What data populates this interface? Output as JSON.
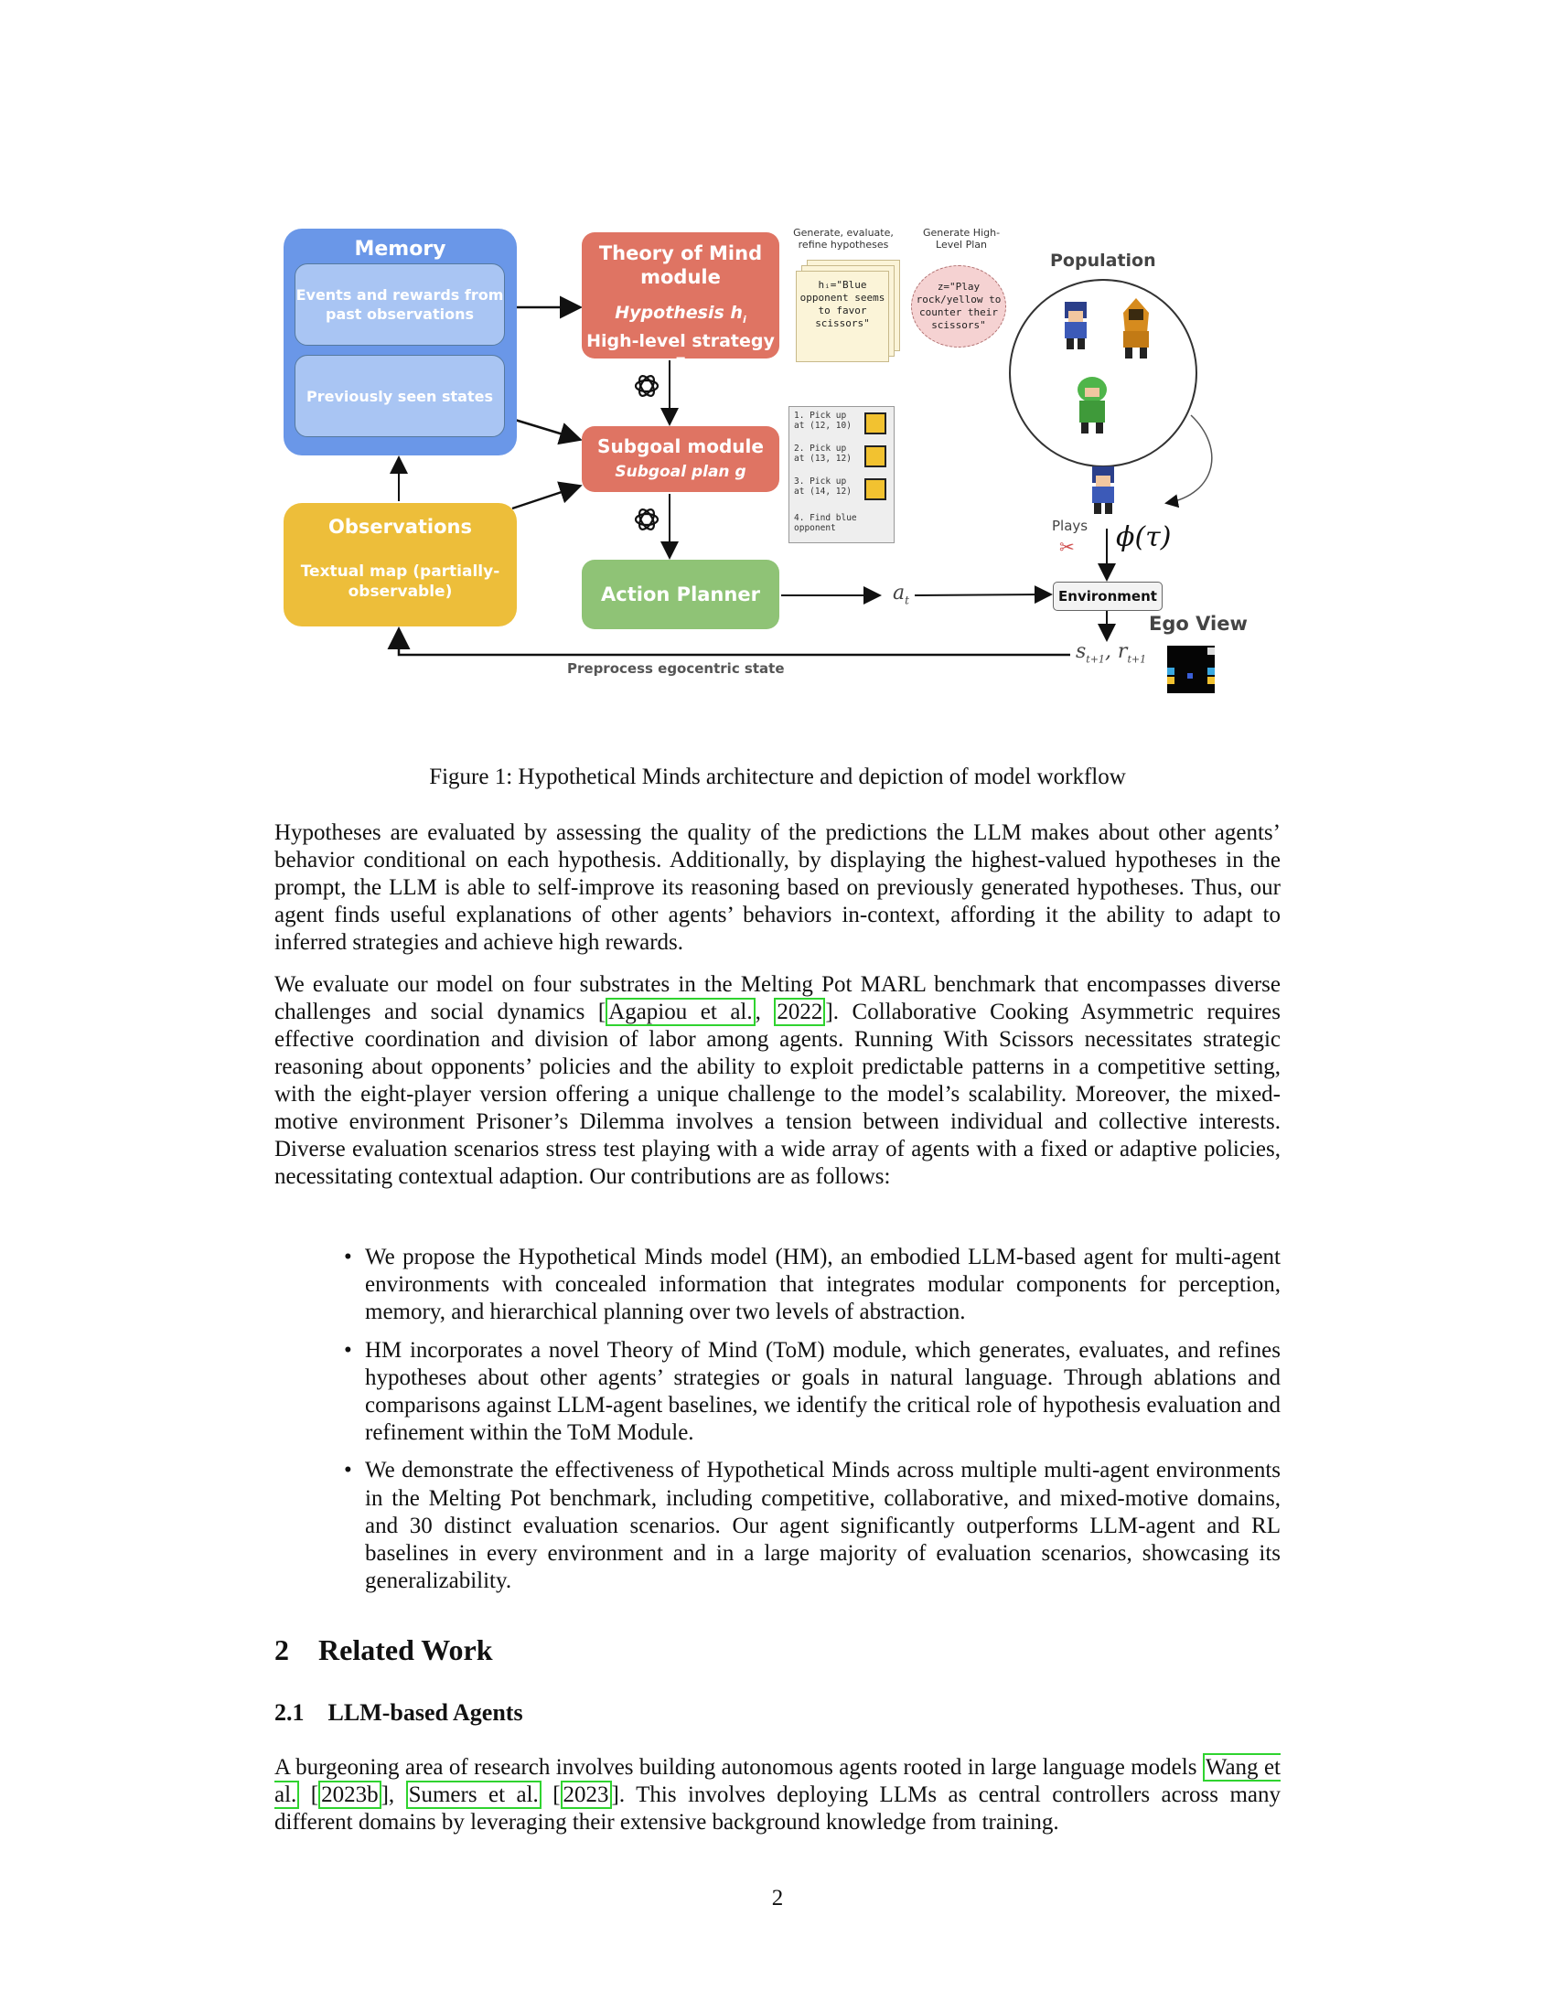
{
  "figure": {
    "memory": {
      "title": "Memory",
      "events": "Events and rewards from past observations",
      "states": "Previously seen states"
    },
    "observations": {
      "title": "Observations",
      "sub": "Textual map (partially-observable)"
    },
    "tom": {
      "title": "Theory of Mind module",
      "hyp": "Hypothesis h",
      "hyp_sub": "i",
      "strategy": "High-level strategy z"
    },
    "subgoal": {
      "title": "Subgoal module",
      "plan": "Subgoal plan g"
    },
    "planner": {
      "title": "Action Planner"
    },
    "gen_caption": "Generate, evaluate, refine hypotheses",
    "plan_caption": "Generate High-Level Plan",
    "hyp_note": "hᵢ=\"Blue opponent seems to favor scissors\"",
    "z_bubble": "z=\"Play rock/yellow to counter their scissors\"",
    "plan_items": [
      "1. Pick up at (12, 10)",
      "2. Pick up at (13, 12)",
      "3. Pick up at (14, 12)",
      "4. Find blue opponent"
    ],
    "population": "Population",
    "plays": "Plays",
    "phi": "ϕ(τ)",
    "environment": "Environment",
    "ego_view": "Ego View",
    "action": "a",
    "action_sub": "t",
    "state_reward": "s",
    "preprocess": "Preprocess egocentric state"
  },
  "caption": "Figure 1: Hypothetical Minds architecture and depiction of model workflow",
  "para1": "Hypotheses are evaluated by assessing the quality of the predictions the LLM makes about other agents’ behavior conditional on each hypothesis. Additionally, by displaying the highest-valued hypotheses in the prompt, the LLM is able to self-improve its reasoning based on previously generated hypotheses. Thus, our agent finds useful explanations of other agents’ behaviors in-context, affording it the ability to adapt to inferred strategies and achieve high rewards.",
  "para2": {
    "pre": "We evaluate our model on four substrates in the Melting Pot MARL benchmark that encompasses diverse challenges and social dynamics [",
    "cite_author": "Agapiou et al.",
    "cite_year": "2022",
    "post": "]. Collaborative Cooking Asymmetric requires effective coordination and division of labor among agents. Running With Scissors necessitates strategic reasoning about opponents’ policies and the ability to exploit predictable patterns in a competitive setting, with the eight-player version offering a unique challenge to the model’s scalability. Moreover, the mixed-motive environment Prisoner’s Dilemma involves a tension between individual and collective interests. Diverse evaluation scenarios stress test playing with a wide array of agents with a fixed or adaptive policies, necessitating contextual adaption. Our contributions are as follows:"
  },
  "bullets": [
    "We propose the Hypothetical Minds model (HM), an embodied LLM-based agent for multi-agent environments with concealed information that integrates modular components for perception, memory, and hierarchical planning over two levels of abstraction.",
    "HM incorporates a novel Theory of Mind (ToM) module, which generates, evaluates, and refines hypotheses about other agents’ strategies or goals in natural language. Through ablations and comparisons against LLM-agent baselines, we identify the critical role of hypothesis evaluation and refinement within the ToM Module.",
    "We demonstrate the effectiveness of Hypothetical Minds across multiple multi-agent environments in the Melting Pot benchmark, including competitive, collaborative, and mixed-motive domains, and 30 distinct evaluation scenarios. Our agent significantly outperforms LLM-agent and RL baselines in every environment and in a large majority of evaluation scenarios, showcasing its generalizability."
  ],
  "section_title": "2 Related Work",
  "subsection_title": "2.1 LLM-based Agents",
  "para3": {
    "pre": "A burgeoning area of research involves building autonomous agents rooted in large language models ",
    "cite1_author": "Wang et al.",
    "cite1_year": "2023b",
    "cite2_author": "Sumers et al.",
    "cite2_year": "2023",
    "post": ". This involves deploying LLMs as central controllers across many different domains by leveraging their extensive background knowledge from training."
  },
  "page_number": "2",
  "colors": {
    "memory": "#6a97e8",
    "observations": "#edbe3a",
    "module": "#df7463",
    "planner": "#8fc376",
    "citation_box": "#2fd32f"
  }
}
